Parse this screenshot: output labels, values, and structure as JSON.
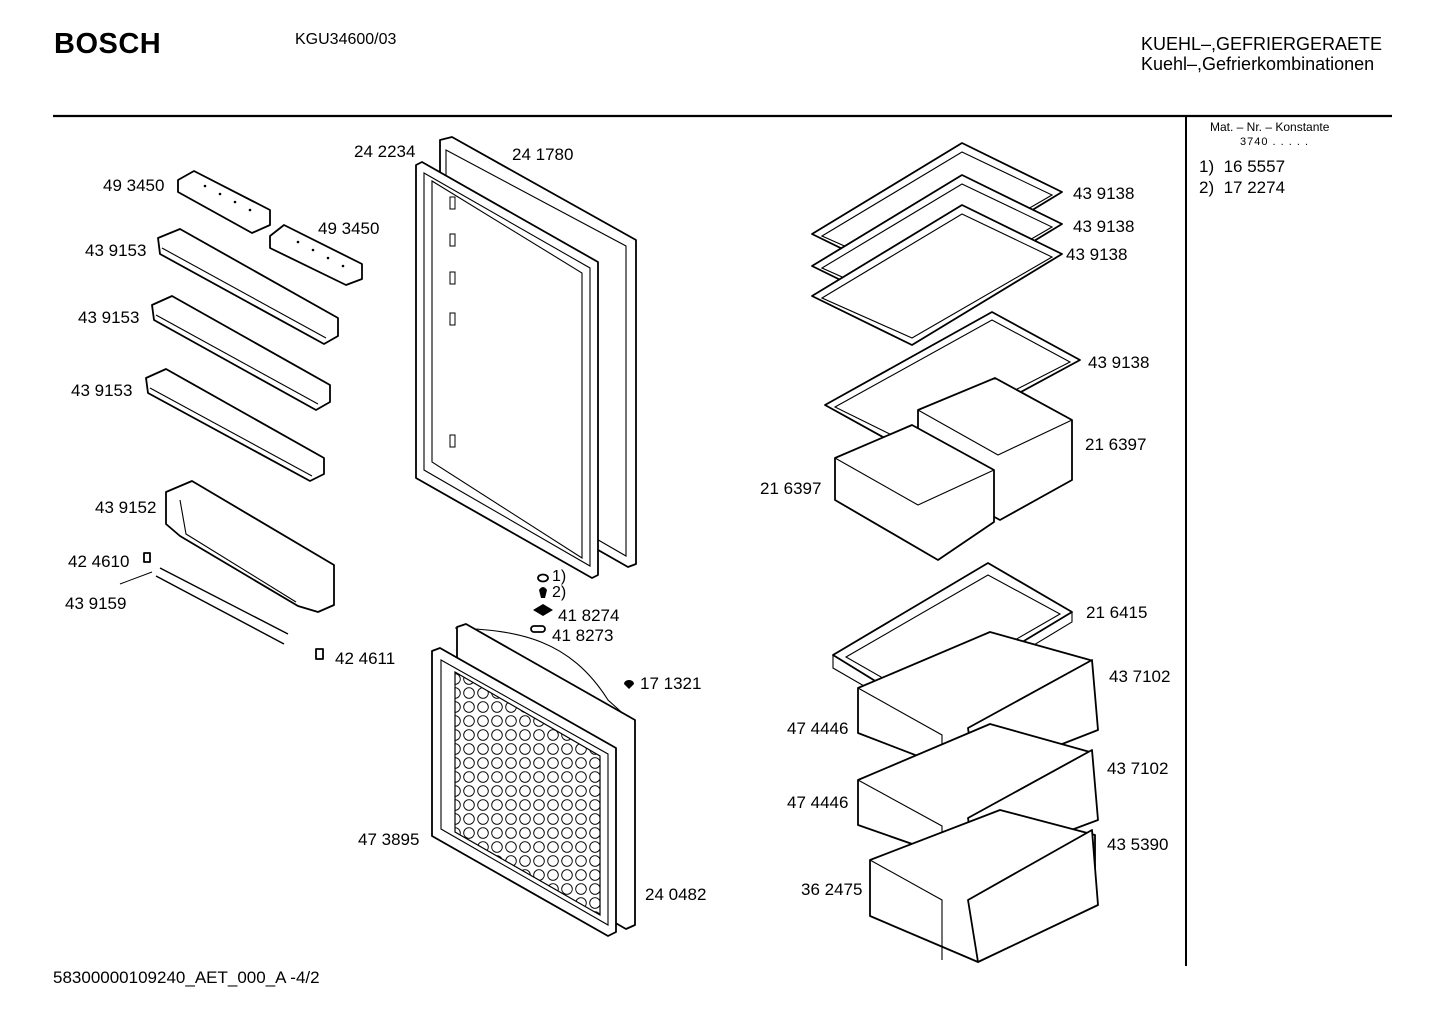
{
  "header": {
    "brand": "BOSCH",
    "model": "KGU34600/03",
    "category_line1": "KUEHL–,GEFRIERGERAETE",
    "category_line2": "Kuehl–,Gefrierkombinationen"
  },
  "side_panel": {
    "mat_nr_label": "Mat. – Nr. – Konstante",
    "mat_nr_value": "3740 . . . . .",
    "notes": [
      {
        "marker": "1)",
        "part": "16 5557"
      },
      {
        "marker": "2)",
        "part": "17 2274"
      }
    ]
  },
  "footer": {
    "code": "58300000109240_AET_000_A  -4/2"
  },
  "labels": {
    "p242234": "24 2234",
    "p241780": "24 1780",
    "p493450a": "49 3450",
    "p493450b": "49 3450",
    "p439153a": "43 9153",
    "p439153b": "43 9153",
    "p439153c": "43 9153",
    "p439152": "43 9152",
    "p424610": "42 4610",
    "p439159": "43 9159",
    "p424611": "42 4611",
    "n1": "1)",
    "n2": "2)",
    "p418274": "41 8274",
    "p418273": "41 8273",
    "p171321": "17 1321",
    "p473895": "47 3895",
    "p240482": "24 0482",
    "p439138a": "43 9138",
    "p439138b": "43 9138",
    "p439138c": "43 9138",
    "p439138d": "43 9138",
    "p216397a": "21 6397",
    "p216397b": "21 6397",
    "p216415": "21 6415",
    "p437102a": "43 7102",
    "p437102b": "43 7102",
    "p474446a": "47 4446",
    "p474446b": "47 4446",
    "p435390": "43 5390",
    "p362475": "36 2475"
  }
}
